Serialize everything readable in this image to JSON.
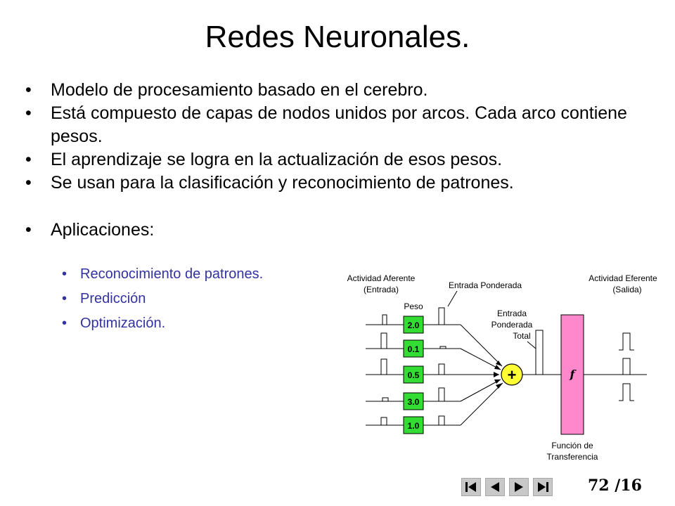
{
  "slide": {
    "title": "Redes Neuronales.",
    "bullets": [
      "Modelo de procesamiento basado en el cerebro.",
      "Está compuesto de capas de nodos unidos por arcos. Cada arco contiene pesos.",
      "El aprendizaje se logra en la actualización de esos pesos.",
      "Se usan para la clasificación y reconocimiento de patrones.",
      "Aplicaciones:"
    ],
    "subbullets": [
      "Reconocimiento de patrones.",
      "Predicción",
      "Optimización."
    ],
    "page": "72 /16"
  },
  "diagram": {
    "afferent_label_1": "Actividad Aferente",
    "afferent_label_2": "(Entrada)",
    "weighted_input_label": "Entrada Ponderada",
    "weight_label": "Peso",
    "total_label_1": "Entrada",
    "total_label_2": "Ponderada",
    "total_label_3": "Total",
    "efferent_label_1": "Actividad Eferente",
    "efferent_label_2": "(Salida)",
    "transfer_label_1": "Función de",
    "transfer_label_2": "Transferencia",
    "sum_symbol": "+",
    "function_symbol": "f",
    "weights": [
      "2.0",
      "0.1",
      "0.5",
      "3.0",
      "1.0"
    ]
  },
  "nav": {
    "first": "first-page-icon",
    "prev": "previous-page-icon",
    "next": "next-page-icon",
    "last": "last-page-icon"
  },
  "colors": {
    "sub_text": "#3333a0",
    "weight_box": "#33dd33",
    "sum_node": "#ffff33",
    "transfer_box": "#ff88cc"
  }
}
